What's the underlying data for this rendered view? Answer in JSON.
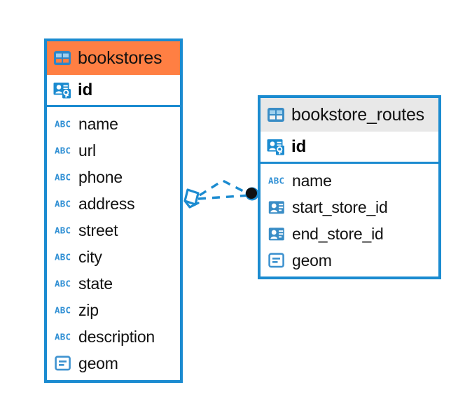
{
  "diagram": {
    "type": "entity-relationship-diagram",
    "background": "#ffffff",
    "accent_blue": "#1b8bd0",
    "header_orange": "#ff7f43",
    "header_gray": "#e8e8e8"
  },
  "tables": [
    {
      "name": "bookstores",
      "header_color": "#ff7f43",
      "selected": true,
      "table_icon": "table-grid-icon",
      "primary_key": {
        "label": "id",
        "icon": "primary-key-icon"
      },
      "fields": [
        {
          "label": "name",
          "icon": "text-abc-icon"
        },
        {
          "label": "url",
          "icon": "text-abc-icon"
        },
        {
          "label": "phone",
          "icon": "text-abc-icon"
        },
        {
          "label": "address",
          "icon": "text-abc-icon"
        },
        {
          "label": "street",
          "icon": "text-abc-icon"
        },
        {
          "label": "city",
          "icon": "text-abc-icon"
        },
        {
          "label": "state",
          "icon": "text-abc-icon"
        },
        {
          "label": "zip",
          "icon": "text-abc-icon"
        },
        {
          "label": "description",
          "icon": "text-abc-icon"
        },
        {
          "label": "geom",
          "icon": "geometry-icon"
        }
      ]
    },
    {
      "name": "bookstore_routes",
      "header_color": "#e8e8e8",
      "selected": false,
      "table_icon": "table-grid-icon",
      "primary_key": {
        "label": "id",
        "icon": "primary-key-icon"
      },
      "fields": [
        {
          "label": "name",
          "icon": "text-abc-icon"
        },
        {
          "label": "start_store_id",
          "icon": "foreign-key-icon"
        },
        {
          "label": "end_store_id",
          "icon": "foreign-key-icon"
        },
        {
          "label": "geom",
          "icon": "geometry-icon"
        }
      ]
    }
  ],
  "relationship": {
    "from_table": "bookstores",
    "to_table": "bookstore_routes",
    "line_style": "dashed",
    "line_color": "#1b8bd0",
    "source_marker": "diamond-marker",
    "target_marker": "filled-circle-marker",
    "target_marker_color": "#111111",
    "branches": 2
  }
}
